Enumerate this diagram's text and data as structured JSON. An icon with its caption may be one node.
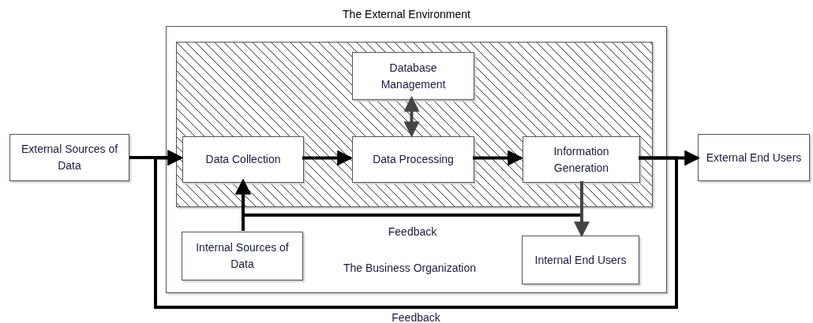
{
  "diagram": {
    "nodes": [
      {
        "text": [
          "External Sources of Data"
        ]
      },
      {
        "text": [
          "The Business Organization"
        ]
      },
      {
        "text": [],
        "shape": "box",
        "in": 1
      },
      {
        "text": [
          "Database Management"
        ],
        "in": 2
      },
      {
        "text": [
          "Data Collection"
        ],
        "in": 2
      },
      {
        "text": [
          "Data Processing"
        ],
        "in": 2
      },
      {
        "text": [
          "Information Generation"
        ],
        "in": 2
      },
      {
        "text": [
          "Internal Sources of Data"
        ],
        "in": 1
      },
      {
        "text": [
          "Internal End Users"
        ],
        "in": 1
      },
      {
        "text": [
          "External End Users"
        ]
      }
    ],
    "edges": [
      {
        "from": 0,
        "to": 4,
        "arrow": "to"
      },
      {
        "from": 4,
        "to": 5,
        "arrow": "to"
      },
      {
        "from": 5,
        "to": 6,
        "arrow": "to"
      },
      {
        "from": 3,
        "to": 5,
        "arrow": "both",
        "color": "#444444"
      },
      {
        "from": 6,
        "to": 9,
        "arrow": "to"
      },
      {
        "from": 6,
        "to": 4,
        "arrow": "to",
        "label": "Feedback"
      },
      {
        "from": 7,
        "to": 4,
        "arrow": "to"
      },
      {
        "from": 6,
        "to": 8,
        "arrow": "to",
        "color": "#444444"
      },
      {
        "from": 6,
        "to": 4,
        "arrow": "to",
        "label": "Feedback"
      }
    ],
    "labels": [
      "The External Environment"
    ]
  }
}
